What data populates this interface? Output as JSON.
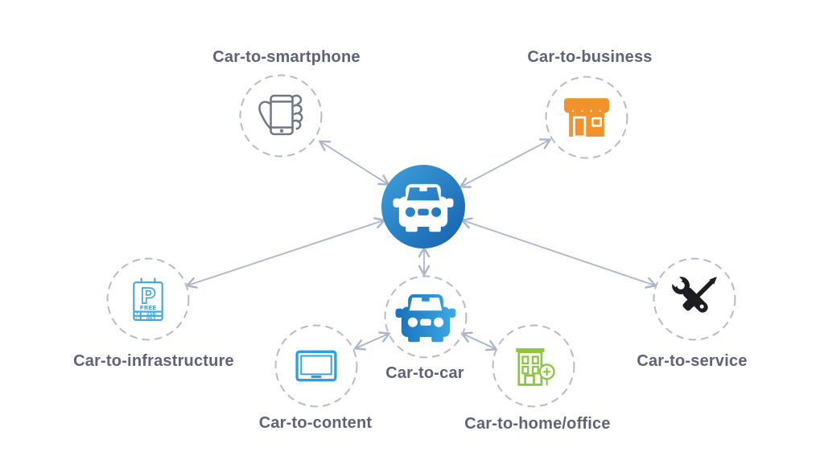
{
  "diagram": {
    "title": "connected-car hub and spoke diagram",
    "hub": {
      "icon": "car-icon"
    },
    "nodes": [
      {
        "id": "smartphone",
        "label": "Car-to-smartphone",
        "icon": "hand-holding-phone-icon"
      },
      {
        "id": "business",
        "label": "Car-to-business",
        "icon": "storefront-icon"
      },
      {
        "id": "infrastructure",
        "label": "Car-to-infrastructure",
        "icon": "parking-sign-icon",
        "parking_sign": {
          "letter": "P",
          "subtitle": "FREE",
          "row1_arrow": "↑",
          "row1_value": "250",
          "row2_arrow": "←",
          "row2_value": "063"
        }
      },
      {
        "id": "car",
        "label": "Car-to-car",
        "icon": "car-icon"
      },
      {
        "id": "content",
        "label": "Car-to-content",
        "icon": "tv-screen-icon"
      },
      {
        "id": "home_office",
        "label": "Car-to-home/office",
        "icon": "building-and-tree-icon"
      },
      {
        "id": "service",
        "label": "Car-to-service",
        "icon": "wrench-and-screwdriver-icon"
      }
    ],
    "colors": {
      "arrow": "#a9b7c9",
      "dashed_ring": "#b7bdc7",
      "label_text": "#5d6478",
      "hub_gradient_start": "#3fa0dc",
      "hub_gradient_end": "#1460ad",
      "car_gradient_start": "#1c74be",
      "car_gradient_end": "#3aaae4",
      "smartphone_gray": "#6e7787",
      "business_orange": "#f0932d",
      "infrastructure_blue": "#41a5de",
      "content_blue": "#2b9fdf",
      "home_green": "#8cc63e",
      "service_black": "#1c1c22"
    }
  }
}
